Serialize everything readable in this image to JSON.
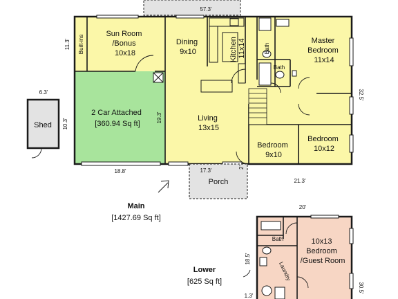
{
  "top_dimension": "57.3'",
  "main": {
    "rooms": {
      "sun_room": [
        "Sun Room",
        "/Bonus",
        "10x18"
      ],
      "builtins": "Built-ins",
      "dining": [
        "Dining",
        "9x10"
      ],
      "kitchen": [
        "Kitchen",
        "11x14"
      ],
      "bath_upper": "Bath",
      "bath_lower": "Bath",
      "master_bedroom": [
        "Master",
        "Bedroom",
        "11x14"
      ],
      "garage": [
        "2 Car Attached",
        "[360.94 Sq ft]"
      ],
      "living": [
        "Living",
        "13x15"
      ],
      "bedroom_1": [
        "Bedroom",
        "9x10"
      ],
      "bedroom_2": [
        "Bedroom",
        "10x12"
      ],
      "porch": "Porch",
      "shed": "Shed"
    },
    "dimensions": {
      "left_height": "11.3'",
      "garage_height": "19.3'",
      "garage_width": "18.8'",
      "porch_width": "17.3'",
      "porch_depth": "2'",
      "right_width": "21.3'",
      "right_height": "32.5'",
      "shed_width": "6.3'",
      "shed_height": "10.3'"
    },
    "caption": {
      "title": "Main",
      "area": "[1427.69 Sq ft]"
    }
  },
  "lower": {
    "rooms": {
      "bath": "Bath",
      "laundry": "Laundry",
      "bedroom": [
        "10x13",
        "Bedroom",
        "/Guest Room"
      ]
    },
    "dimensions": {
      "width": "20'",
      "left_height": "18.5'",
      "right_height": "30.5'",
      "small": "1.3'"
    },
    "caption": {
      "title": "Lower",
      "area": "[625 Sq ft]"
    }
  },
  "colors": {
    "floor": "#fbf7a8",
    "garage": "#a8e49c",
    "lower_floor": "#f7d6c4",
    "porch": "#e3e3e3",
    "wall": "#1a1a1a"
  }
}
